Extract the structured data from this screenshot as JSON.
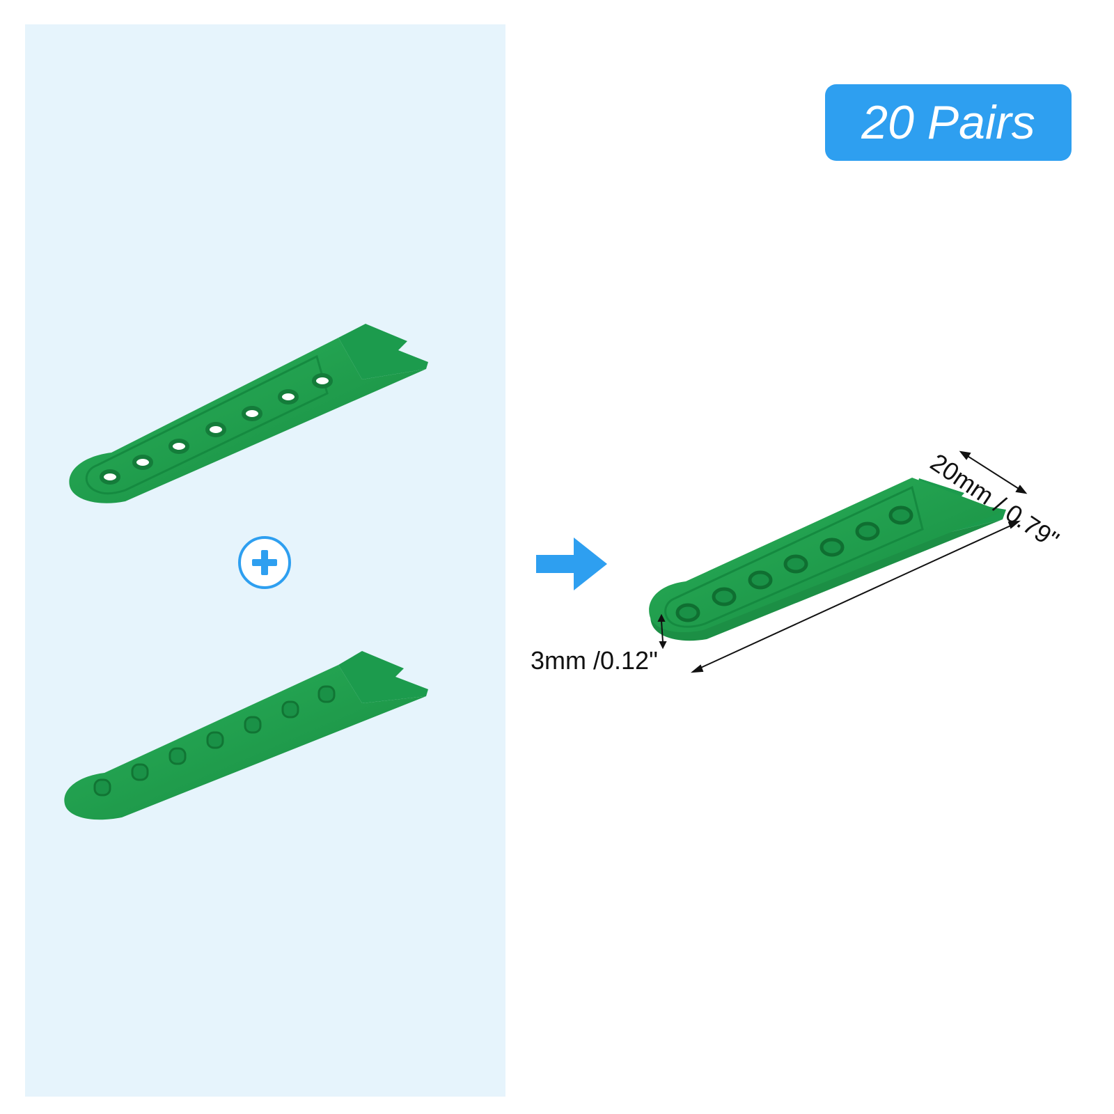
{
  "badge": {
    "text": "20 Pairs"
  },
  "dimensions": {
    "width_label": "20mm / 0.79\"",
    "thickness_label": "3mm /0.12\""
  },
  "colors": {
    "panel_bg": "#e6f4fc",
    "accent_blue": "#2e9ff0",
    "strap_green": "#1f9a4c"
  },
  "icons": {
    "plus": "plus-circle-icon",
    "arrow": "arrow-right-icon"
  }
}
